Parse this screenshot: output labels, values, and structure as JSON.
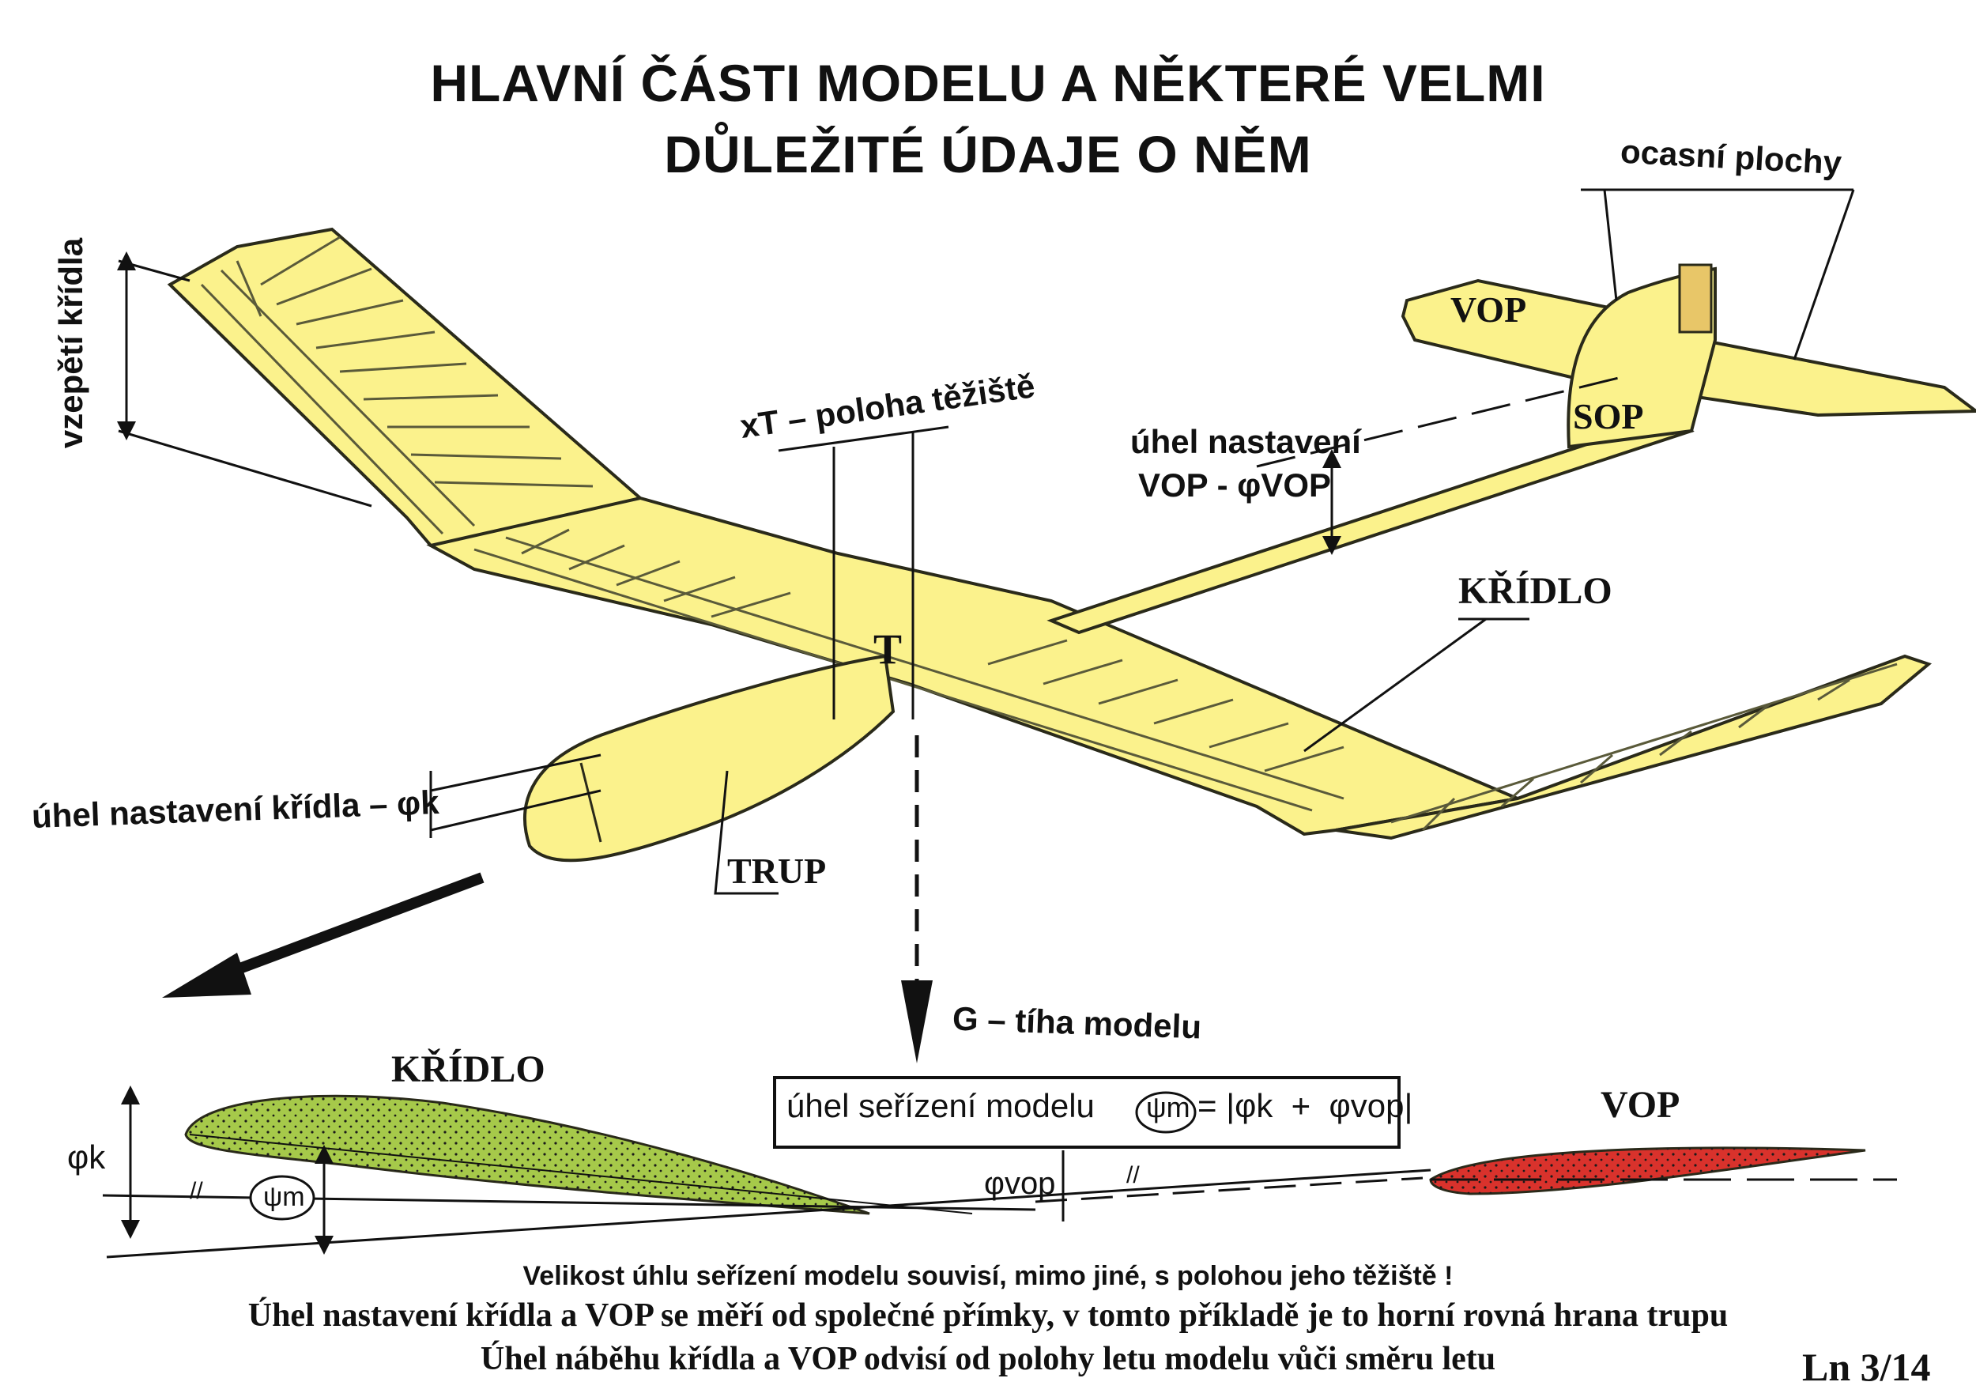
{
  "title": {
    "line1": "HLAVNÍ ČÁSTI MODELU A NĚKTERÉ VELMI",
    "line2": "DŮLEŽITÉ ÚDAJE O NĚM"
  },
  "labels": {
    "ocasni_plochy": "ocasní plochy",
    "vop_top": "VOP",
    "sop": "SOP",
    "vzepeti": "vzepětí křídla",
    "xt": "xT – poloha těžiště",
    "uhel_vop_line1": "úhel nastavení",
    "uhel_vop_line2": "VOP - φVOP",
    "kridlo_top": "KŘÍDLO",
    "t_point": "T",
    "uhel_kridla": "úhel nastavení křídla – φk",
    "trup": "TRUP",
    "g_tiha": "G – tíha modelu",
    "kridlo_profile": "KŘÍDLO",
    "vop_profile": "VOP",
    "uhel_serizeni": "úhel seřízení modelu",
    "psi_m": "ψm",
    "formula": "= |φk  +  φvop|",
    "phi_k": "φk",
    "phi_vop": "φvop",
    "psi_m_small": "ψm",
    "parallel_mark": "//"
  },
  "footer": {
    "line1": "Velikost úhlu seřízení modelu souvisí, mimo jiné, s polohou jeho těžiště !",
    "line2": "Úhel nastavení křídla a VOP se měří od společné přímky, v tomto příkladě je to horní rovná hrana trupu",
    "line3": "Úhel náběhu křídla a VOP  odvisí od polohy letu modelu vůči směru letu",
    "page_ref": "Ln 3/14"
  },
  "colors": {
    "wing_yellow": "#fbf28c",
    "wing_outline": "#2a2a1a",
    "profile_green": "#a6c94a",
    "profile_red": "#d9322c",
    "ink": "#111111"
  }
}
